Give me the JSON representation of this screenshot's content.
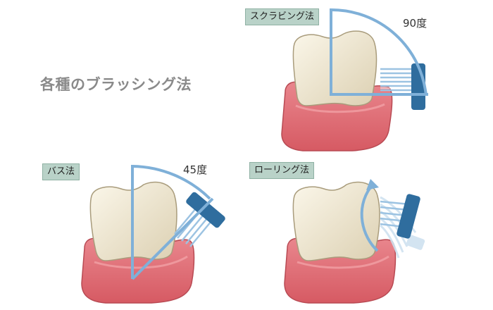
{
  "title": "各種のブラッシング法",
  "methods": {
    "scrubbing": {
      "label": "スクラビング法",
      "angle": "90度"
    },
    "bass": {
      "label": "バス法",
      "angle": "45度"
    },
    "rolling": {
      "label": "ローリング法"
    }
  },
  "colors": {
    "gum": "#e4727a",
    "gum_dark": "#c24a52",
    "tooth": "#f3ecd7",
    "tooth_shade": "#d9ceb0",
    "brush": "#2f6d9e",
    "bristle": "#bcd6ea",
    "guide": "#7fb0d8",
    "tag_bg": "#b9d2c8"
  }
}
